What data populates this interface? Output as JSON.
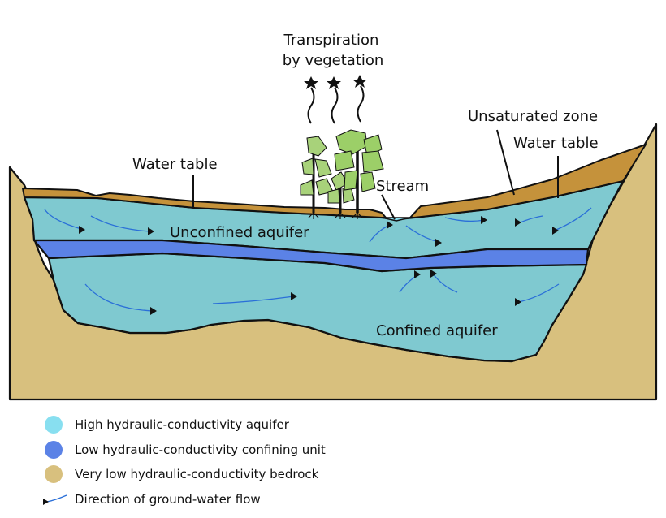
{
  "labels": {
    "transpiration_line1": "Transpiration",
    "transpiration_line2": "by vegetation",
    "unsaturated_zone": "Unsaturated zone",
    "water_table_left": "Water table",
    "water_table_right": "Water table",
    "stream": "Stream",
    "unconfined_aquifer": "Unconfined aquifer",
    "confined_aquifer": "Confined aquifer"
  },
  "legend": {
    "items": [
      {
        "label": "High hydraulic-conductivity aquifer",
        "color": "#88dff0",
        "icon": "circle-swatch"
      },
      {
        "label": "Low hydraulic-conductivity confining unit",
        "color": "#5b82e6",
        "icon": "circle-swatch"
      },
      {
        "label": "Very low hydraulic-conductivity bedrock",
        "color": "#d8c07e",
        "icon": "circle-swatch"
      },
      {
        "label": "Direction of ground-water flow",
        "color": "#2a6fd8",
        "icon": "flow-arrow-icon"
      }
    ]
  },
  "colors": {
    "aquifer": "#7fc9d0",
    "confining_unit": "#5b82e6",
    "bedrock": "#d8c07e",
    "unsaturated_zone": "#c5923b",
    "flow_line": "#2a6fd8",
    "tree_leaf": "#a8d27a",
    "tree_leaf_light": "#9ccf68"
  }
}
